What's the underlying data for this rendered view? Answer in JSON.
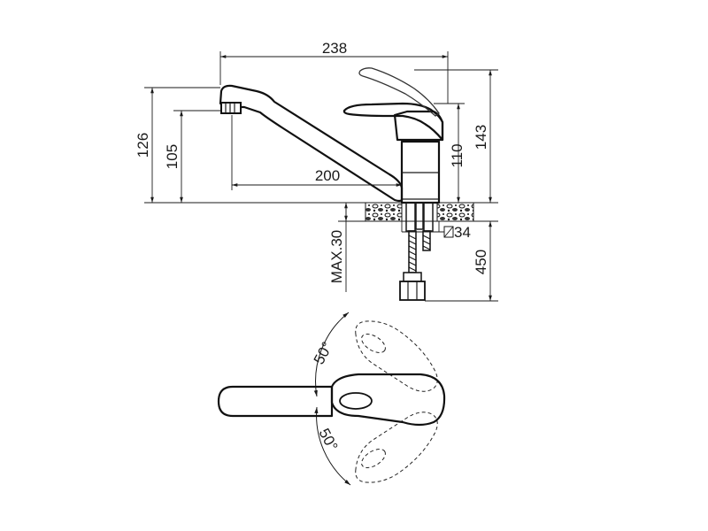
{
  "dimensions": {
    "spout_reach_overall": "238",
    "spout_reach": "200",
    "spout_height_overall": "126",
    "spout_height_outlet": "105",
    "body_height": "110",
    "total_height": "143",
    "max_deck_thickness": "MAX.30",
    "mounting_hole": "34",
    "hose_length": "450",
    "lever_swing_up": "50°",
    "lever_swing_down": "50°"
  }
}
